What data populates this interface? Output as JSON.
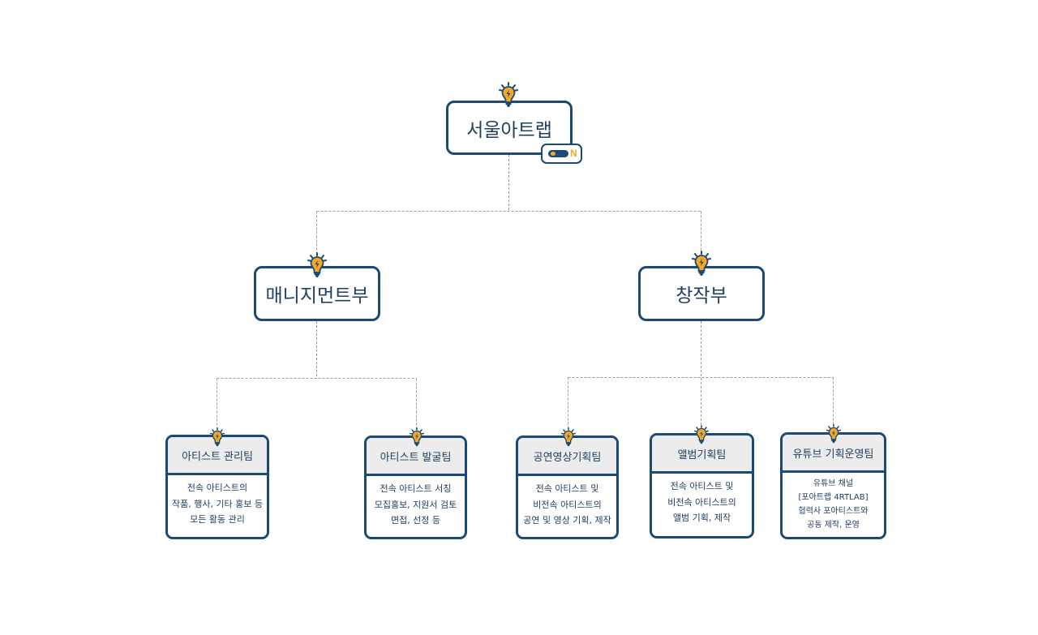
{
  "root": {
    "label": "서울아트랩",
    "badge_letter": "N"
  },
  "departments": [
    {
      "label": "매니지먼트부"
    },
    {
      "label": "창작부"
    }
  ],
  "teams": [
    {
      "label": "아티스트 관리팀",
      "lines": [
        "전속 아티스트의",
        "작품, 행사, 기타 홍보 등",
        "모든 활동 관리"
      ]
    },
    {
      "label": "아티스트 발굴팀",
      "lines": [
        "전속 아티스트 서칭",
        "모집홍보, 지원서 검토",
        "면접, 선정 등"
      ]
    },
    {
      "label": "공연영상기획팀",
      "lines": [
        "전속 아티스트 및",
        "비전속 아티스트의",
        "공연  및 영상 기획, 제작"
      ]
    },
    {
      "label": "앨범기획팀",
      "lines": [
        "전속 아티스트 및",
        "비전속 아티스트의",
        "앨범 기획, 제작"
      ]
    },
    {
      "label": "유튜브 기획운영팀",
      "lines": [
        "유튜브 채널",
        "[포아트랩 4RTLAB]",
        "협력사 포아티스트와",
        "공동 제작, 운영"
      ]
    }
  ],
  "colors": {
    "border": "#1a4a75",
    "accent": "#f5a623",
    "header_bg": "#ececec",
    "line": "#9a9a9a"
  },
  "icons": {
    "node_marker": "lightbulb-icon",
    "badge": "toggle-icon"
  }
}
